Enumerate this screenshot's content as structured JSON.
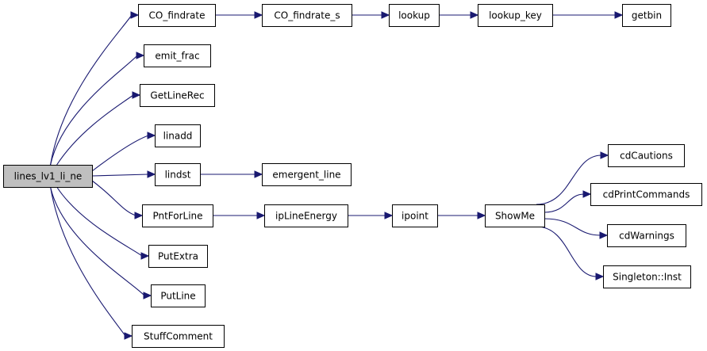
{
  "colors": {
    "edge": "#191970",
    "node_fill": "#ffffff",
    "root_fill": "#bfbfbf",
    "node_border": "#000000"
  },
  "nodes": [
    {
      "id": "lines_lv1_li_ne",
      "label": "lines_lv1_li_ne",
      "root": true
    },
    {
      "id": "CO_findrate",
      "label": "CO_findrate"
    },
    {
      "id": "CO_findrate_s",
      "label": "CO_findrate_s"
    },
    {
      "id": "lookup",
      "label": "lookup"
    },
    {
      "id": "lookup_key",
      "label": "lookup_key"
    },
    {
      "id": "getbin",
      "label": "getbin"
    },
    {
      "id": "emit_frac",
      "label": "emit_frac"
    },
    {
      "id": "GetLineRec",
      "label": "GetLineRec"
    },
    {
      "id": "linadd",
      "label": "linadd"
    },
    {
      "id": "lindst",
      "label": "lindst"
    },
    {
      "id": "emergent_line",
      "label": "emergent_line"
    },
    {
      "id": "PntForLine",
      "label": "PntForLine"
    },
    {
      "id": "ipLineEnergy",
      "label": "ipLineEnergy"
    },
    {
      "id": "ipoint",
      "label": "ipoint"
    },
    {
      "id": "ShowMe",
      "label": "ShowMe"
    },
    {
      "id": "cdCautions",
      "label": "cdCautions"
    },
    {
      "id": "cdPrintCommands",
      "label": "cdPrintCommands"
    },
    {
      "id": "cdWarnings",
      "label": "cdWarnings"
    },
    {
      "id": "Singleton_Inst",
      "label": "Singleton::Inst"
    },
    {
      "id": "PutExtra",
      "label": "PutExtra"
    },
    {
      "id": "PutLine",
      "label": "PutLine"
    },
    {
      "id": "StuffComment",
      "label": "StuffComment"
    }
  ],
  "edges": [
    {
      "from": "lines_lv1_li_ne",
      "to": "CO_findrate"
    },
    {
      "from": "lines_lv1_li_ne",
      "to": "emit_frac"
    },
    {
      "from": "lines_lv1_li_ne",
      "to": "GetLineRec"
    },
    {
      "from": "lines_lv1_li_ne",
      "to": "linadd"
    },
    {
      "from": "lines_lv1_li_ne",
      "to": "lindst"
    },
    {
      "from": "lines_lv1_li_ne",
      "to": "PntForLine"
    },
    {
      "from": "lines_lv1_li_ne",
      "to": "PutExtra"
    },
    {
      "from": "lines_lv1_li_ne",
      "to": "PutLine"
    },
    {
      "from": "lines_lv1_li_ne",
      "to": "StuffComment"
    },
    {
      "from": "CO_findrate",
      "to": "CO_findrate_s"
    },
    {
      "from": "CO_findrate_s",
      "to": "lookup"
    },
    {
      "from": "lookup",
      "to": "lookup_key"
    },
    {
      "from": "lookup_key",
      "to": "getbin"
    },
    {
      "from": "lindst",
      "to": "emergent_line"
    },
    {
      "from": "PntForLine",
      "to": "ipLineEnergy"
    },
    {
      "from": "ipLineEnergy",
      "to": "ipoint"
    },
    {
      "from": "ipoint",
      "to": "ShowMe"
    },
    {
      "from": "ShowMe",
      "to": "cdCautions"
    },
    {
      "from": "ShowMe",
      "to": "cdPrintCommands"
    },
    {
      "from": "ShowMe",
      "to": "cdWarnings"
    },
    {
      "from": "ShowMe",
      "to": "Singleton_Inst"
    }
  ]
}
